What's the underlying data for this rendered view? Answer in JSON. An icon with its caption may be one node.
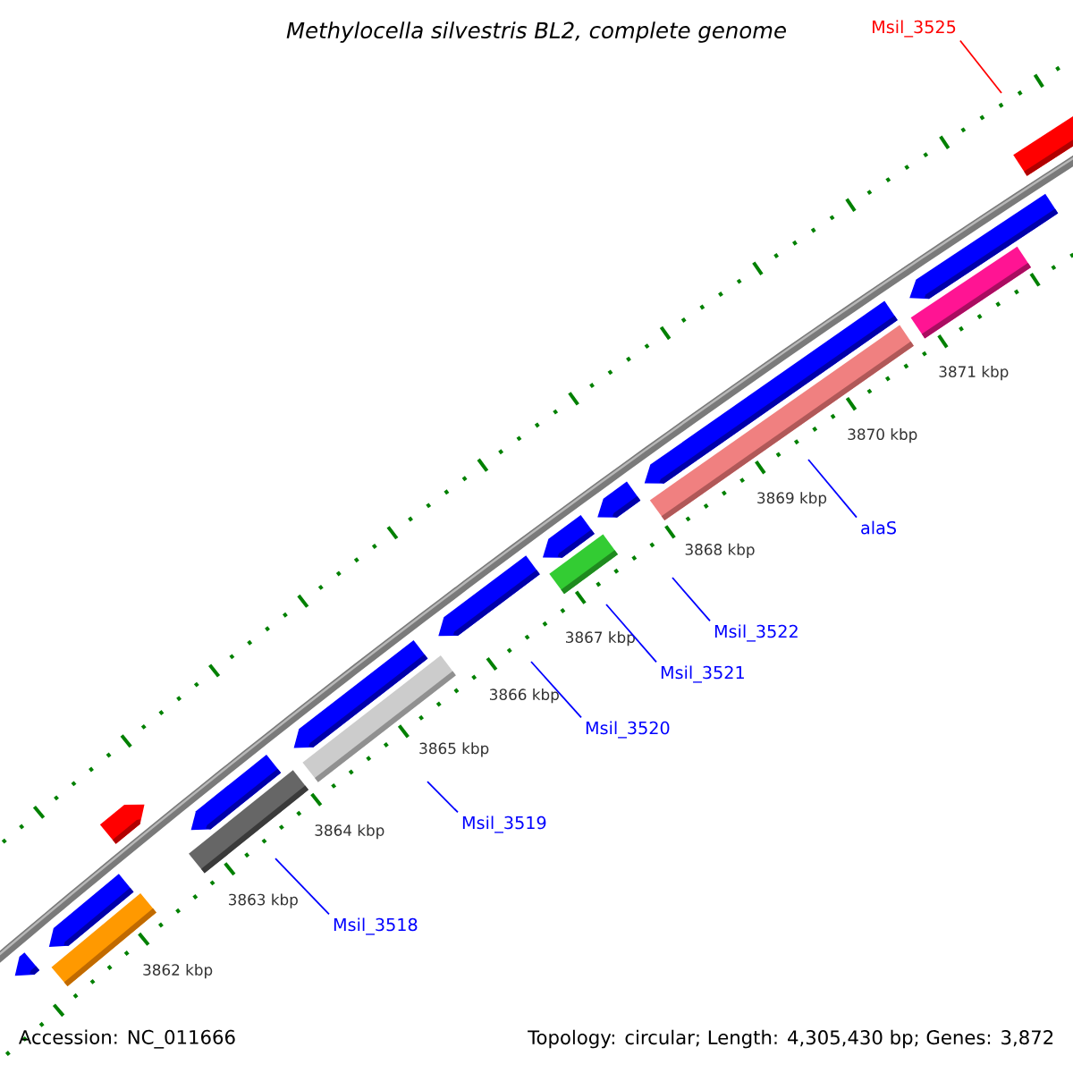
{
  "diagram": {
    "title": "Methylocella silvestris BL2, complete genome",
    "nodes": [
      {
        "text": [
          "Msil_3525"
        ]
      },
      {
        "text": [
          "alaS"
        ]
      },
      {
        "text": [
          "Msil_3522"
        ]
      },
      {
        "text": [
          "Msil_3521"
        ]
      },
      {
        "text": [
          "Msil_3520"
        ]
      },
      {
        "text": [
          "Msil_3519"
        ]
      },
      {
        "text": [
          "Msil_3518"
        ]
      }
    ],
    "edges": [
      {
        "from": 0,
        "to": null,
        "arrow": "none",
        "color": "#ff0000"
      },
      {
        "from": 1,
        "to": null,
        "arrow": "none"
      },
      {
        "from": 2,
        "to": null,
        "arrow": "none"
      },
      {
        "from": 3,
        "to": null,
        "arrow": "none"
      },
      {
        "from": 4,
        "to": null,
        "arrow": "none"
      },
      {
        "from": 5,
        "to": null,
        "arrow": "none"
      },
      {
        "from": 6,
        "to": null,
        "arrow": "none"
      }
    ],
    "labels": [
      "3871 kbp",
      "3870 kbp",
      "3869 kbp",
      "3868 kbp",
      "3867 kbp",
      "3866 kbp",
      "3865 kbp",
      "3864 kbp",
      "3863 kbp",
      "3862 kbp",
      "Accession: NC_011666",
      "Topology: circular; Length: 4,305,430 bp; Genes: 3,872"
    ]
  }
}
